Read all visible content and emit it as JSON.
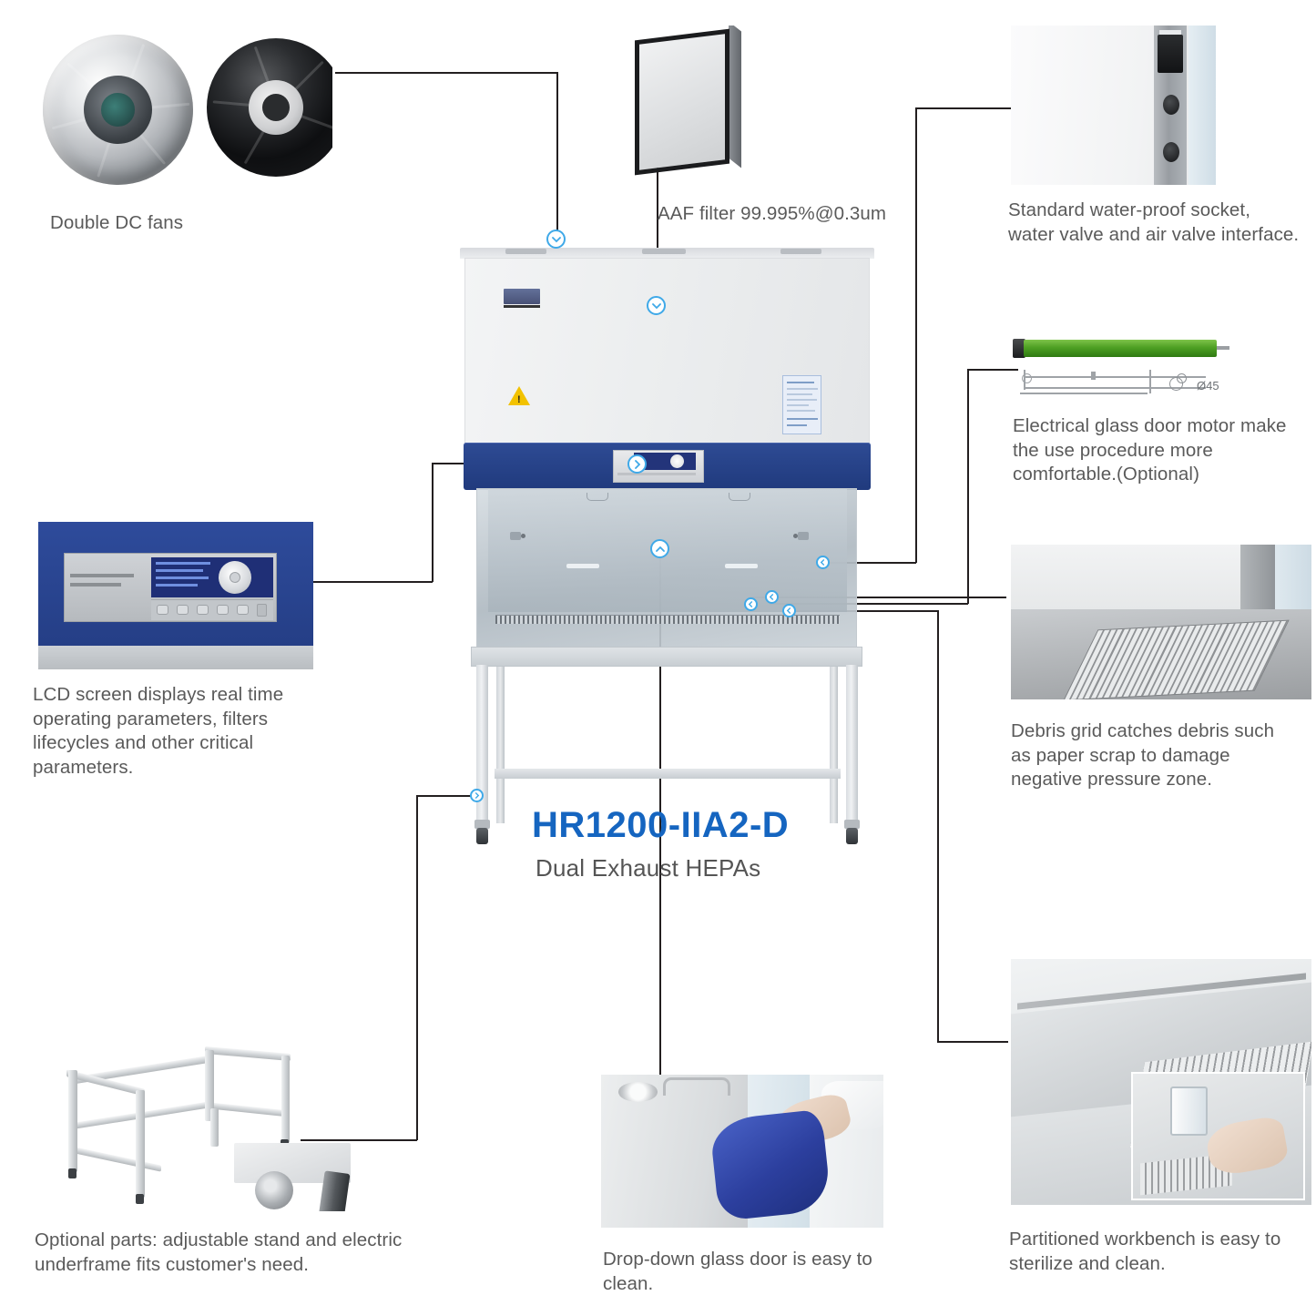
{
  "product": {
    "model": "HR1200-IIA2-D",
    "subtitle": "Dual Exhaust HEPAs"
  },
  "callouts": [
    {
      "id": "fans",
      "label": "Double DC fans"
    },
    {
      "id": "filter",
      "label": "AAF filter 99.995%@0.3um"
    },
    {
      "id": "socket",
      "label": "Standard water-proof socket, water valve and air valve interface."
    },
    {
      "id": "motor",
      "label": "Electrical glass door motor make the use procedure more comfortable.(Optional)"
    },
    {
      "id": "debris",
      "label": "Debris grid catches debris such as paper scrap to damage negative pressure zone."
    },
    {
      "id": "lcd",
      "label": "LCD screen displays real time operating parameters, filters lifecycles and other critical parameters."
    },
    {
      "id": "stand",
      "label": "Optional parts: adjustable stand and electric underframe fits customer's need."
    },
    {
      "id": "door",
      "label": "Drop-down glass door is easy to clean."
    },
    {
      "id": "bench",
      "label": "Partitioned workbench is easy to sterilize and clean."
    }
  ],
  "motor_drawing": {
    "diameter_label": "Ø45"
  },
  "colors": {
    "accent_blue": "#1565c0",
    "marker_blue": "#3fa9e8",
    "cabinet_band": "#2e4b94",
    "caption_gray": "#5a5a5a",
    "line_black": "#231f20",
    "motor_green": "#4ea023"
  }
}
